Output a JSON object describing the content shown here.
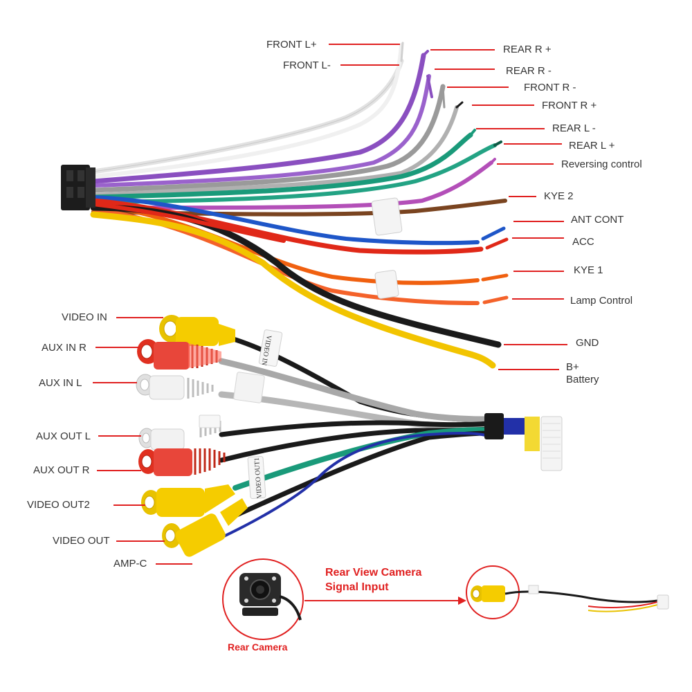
{
  "top_labels": {
    "front_l_plus": "FRONT L+",
    "front_l_minus": "FRONT L-",
    "rear_r_plus": "REAR R +",
    "rear_r_minus": "REAR R -",
    "front_r_minus": "FRONT R -",
    "front_r_plus": "FRONT R +",
    "rear_l_minus": "REAR L -",
    "rear_l_plus": "REAR L +",
    "reversing_control": "Reversing control",
    "kye2": "KYE 2",
    "ant_cont": "ANT CONT",
    "acc": "ACC",
    "kye1": "KYE 1",
    "lamp_control": "Lamp Control",
    "gnd": "GND",
    "b_plus": "B+",
    "battery": "Battery"
  },
  "rca_labels": {
    "video_in": "VIDEO IN",
    "aux_in_r": "AUX IN R",
    "aux_in_l": "AUX  IN L",
    "aux_out_l": "AUX OUT L",
    "aux_out_r": "AUX OUT R",
    "video_out2": "VIDEO OUT2",
    "video_out": "VIDEO OUT",
    "amp_c": "AMP-C"
  },
  "camera": {
    "caption_line1": "Rear View Camera",
    "caption_line2": "Signal Input",
    "rear_camera_label": "Rear Camera"
  },
  "tag_text": {
    "video_in_tag": "VIDEO IN",
    "video_out_tag": "VIDEO OUT1"
  },
  "colors": {
    "pointer_red": "#e02020",
    "black": "#1a1a1a",
    "white_wire": "#e8e8e8",
    "grey": "#9a9a9a",
    "purple": "#8a4fc0",
    "green": "#1a9a7a",
    "brown": "#7a4420",
    "blue": "#1e56c8",
    "red": "#e02818",
    "orange": "#f06010",
    "yellow": "#f2c400"
  }
}
